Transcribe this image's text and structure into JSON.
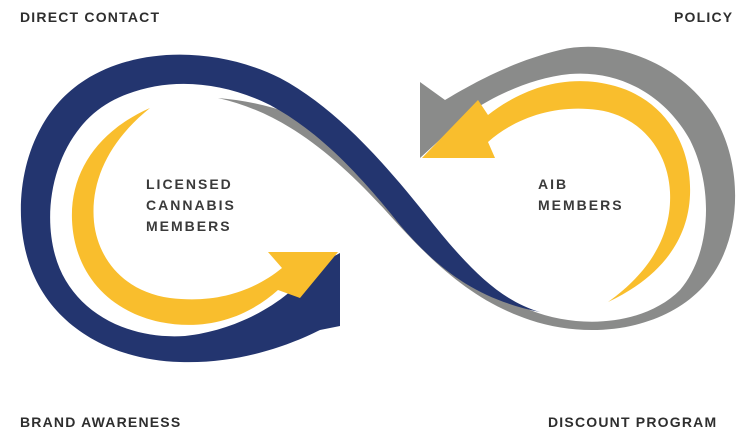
{
  "corners": {
    "top_left": "DIRECT CONTACT",
    "top_right": "POLICY",
    "bottom_left": "BRAND AWARENESS",
    "bottom_right": "DISCOUNT PROGRAM"
  },
  "loops": {
    "left": {
      "lines": [
        "LICENSED",
        "CANNABIS",
        "MEMBERS"
      ]
    },
    "right": {
      "lines": [
        "AIB",
        "MEMBERS"
      ]
    }
  },
  "colors": {
    "navy": "#23356f",
    "gray": "#8a8b8a",
    "gold": "#f9be2d",
    "text": "#2e2e2e"
  }
}
